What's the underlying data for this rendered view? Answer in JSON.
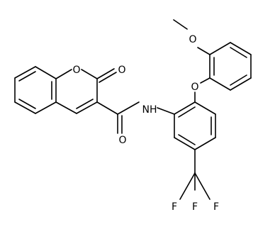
{
  "atoms": {
    "o_ring": "O",
    "o_carbonyl_lactone": "O",
    "nh": "NH",
    "o_amide": "O",
    "o_ether": "O",
    "o_methoxy": "O",
    "f_top": "F",
    "f_left": "F",
    "f_right": "F"
  }
}
